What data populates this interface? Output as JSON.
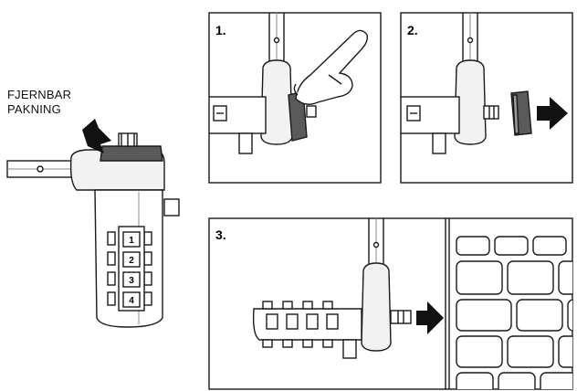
{
  "label": {
    "line1": "FJERNBAR",
    "line2": "PAKNING"
  },
  "steps": [
    {
      "number": "1."
    },
    {
      "number": "2."
    },
    {
      "number": "3."
    }
  ],
  "combination_digits": [
    "1",
    "2",
    "3",
    "4"
  ],
  "colors": {
    "stroke": "#1a1a1a",
    "fill_light": "#f2f2f2",
    "fill_dark": "#5a5a5a",
    "arrow": "#111111"
  }
}
